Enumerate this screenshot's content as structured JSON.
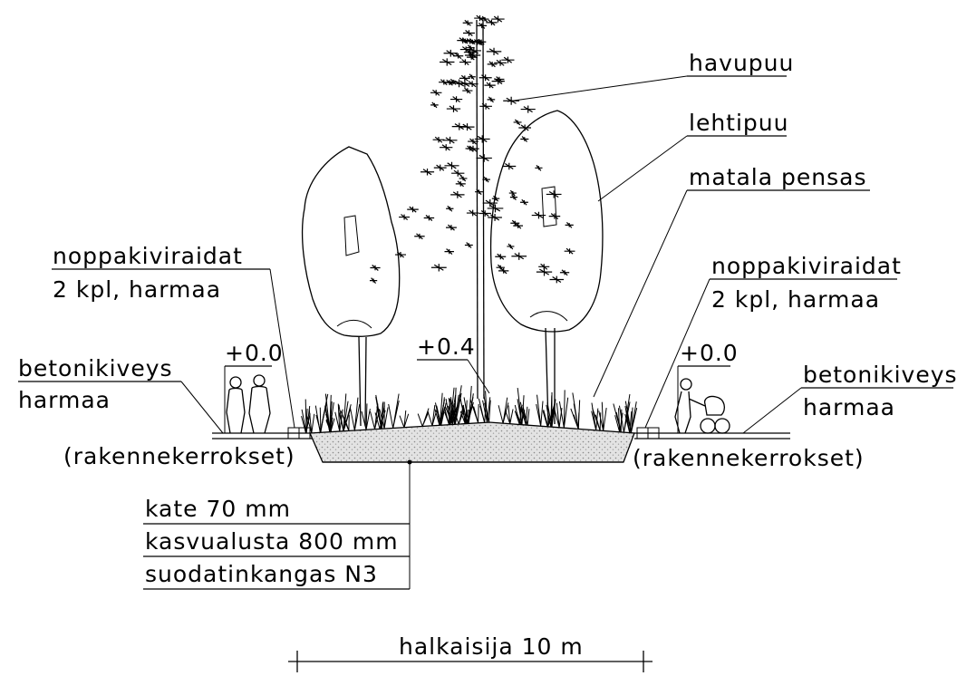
{
  "labels": {
    "conifer": "havupuu",
    "deciduous": "lehtipuu",
    "low_shrub": "matala pensas",
    "curb_left_1": "noppakiviraidat",
    "curb_left_2": "2 kpl, harmaa",
    "curb_right_1": "noppakiviraidat",
    "curb_right_2": "2 kpl, harmaa",
    "level_left": "+0.0",
    "level_center": "+0.4",
    "level_right": "+0.0",
    "paving_left_1": "betonikiveys",
    "paving_left_2": "harmaa",
    "paving_right_1": "betonikiveys",
    "paving_right_2": "harmaa",
    "layers_left": "(rakennekerrokset)",
    "layers_right": "(rakennekerrokset)",
    "mulch": "kate 70 mm",
    "growing_medium": "kasvualusta 800 mm",
    "filter_fabric": "suodatinkangas N3",
    "diameter": "halkaisija 10 m"
  }
}
